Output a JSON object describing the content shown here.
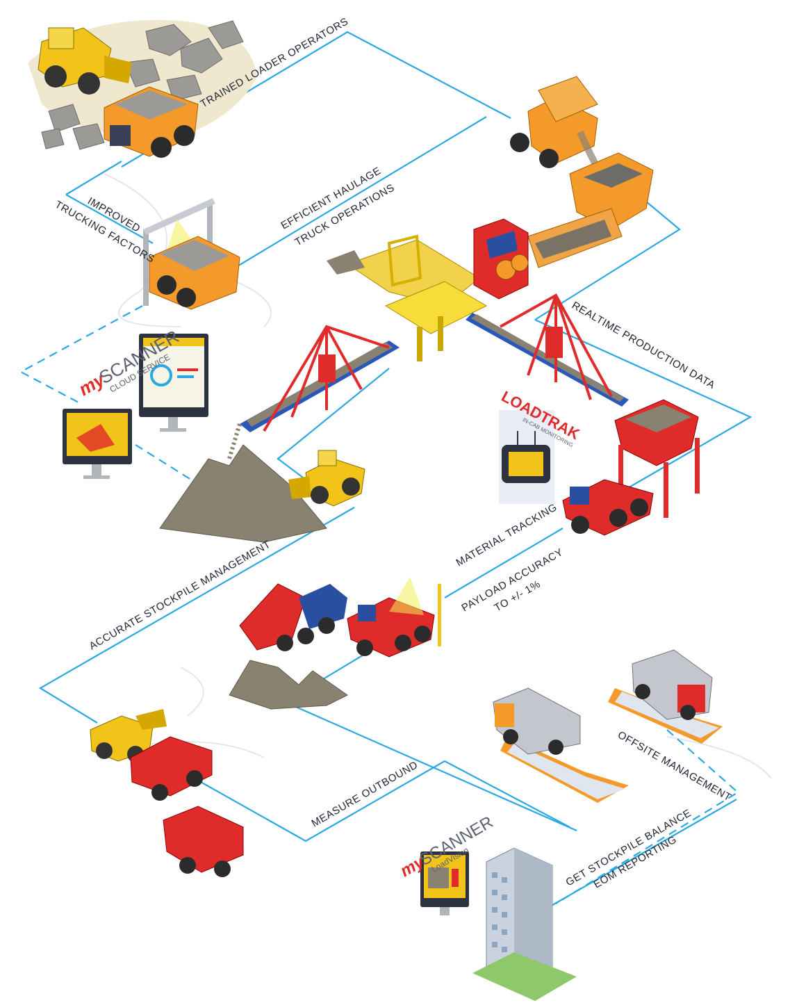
{
  "labels": {
    "trained_loader": "TRAINED LOADER OPERATORS",
    "efficient_haulage_1": "EFFICIENT HAULAGE",
    "efficient_haulage_2": "TRUCK OPERATIONS",
    "improved_1": "IMPROVED",
    "improved_2": "TRUCKING FACTORS",
    "realtime": "REALTIME PRODUCTION DATA",
    "material_tracking": "MATERIAL TRACKING",
    "payload_1": "PAYLOAD ACCURACY",
    "payload_2": "TO +/- 1%",
    "stockpile": "ACCURATE STOCKPILE MANAGEMENT",
    "measure_outbound": "MEASURE OUTBOUND",
    "offsite": "OFFSITE MANAGEMENT",
    "stockpile_balance_1": "GET STOCKPILE BALANCE",
    "stockpile_balance_2": "EOM REPORTING"
  },
  "brands": {
    "my": "my",
    "scanner": "SCANNER",
    "cloud_service": "CLOUD SERVICE",
    "loadvision": "LoadVision",
    "loadtrak": "LOADTRAK",
    "loadtrak_sub": "IN-CAB MONITORING"
  },
  "colors": {
    "line": "#2aa8e2",
    "truck_orange": "#f39a2b",
    "truck_red": "#e02b2b",
    "loader_yellow": "#f2c318",
    "conveyor_red": "#e23030",
    "rock": "#8a8270",
    "text": "#1e2433"
  }
}
